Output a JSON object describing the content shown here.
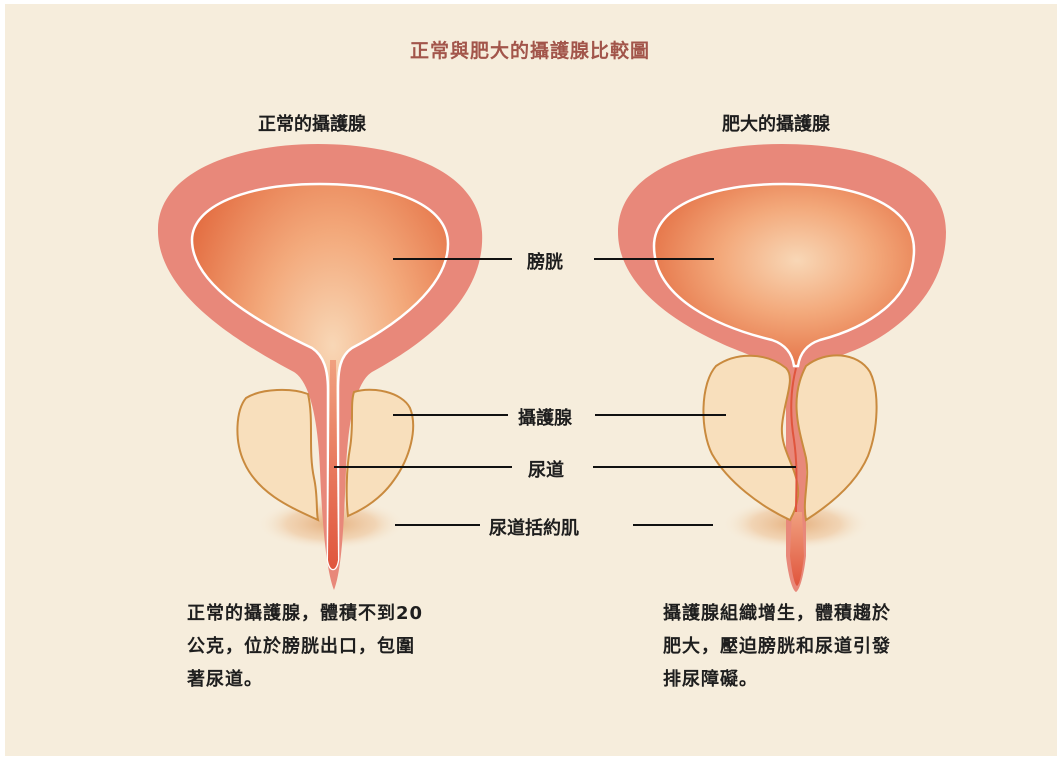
{
  "title": "正常與肥大的攝護腺比較圖",
  "panels": {
    "normal": {
      "heading": "正常的攝護腺",
      "caption_lines": [
        "正常的攝護腺，體積不到20",
        "公克，位於膀胱出口，包圍",
        "著尿道。"
      ]
    },
    "enlarged": {
      "heading": "肥大的攝護腺",
      "caption_lines": [
        "攝護腺組織增生，體積趨於",
        "肥大，壓迫膀胱和尿道引發",
        "排尿障礙。"
      ]
    }
  },
  "labels": {
    "bladder": "膀胱",
    "prostate": "攝護腺",
    "urethra": "尿道",
    "sphincter": "尿道括約肌"
  },
  "colors": {
    "background": "#f6eddc",
    "title": "#a2554a",
    "bladder_wall": "#e8887a",
    "bladder_inner": "#e77a4c",
    "prostate_fill": "#f8dfbc",
    "prostate_outline": "#c98a3e",
    "urethra": "#e0553d"
  }
}
